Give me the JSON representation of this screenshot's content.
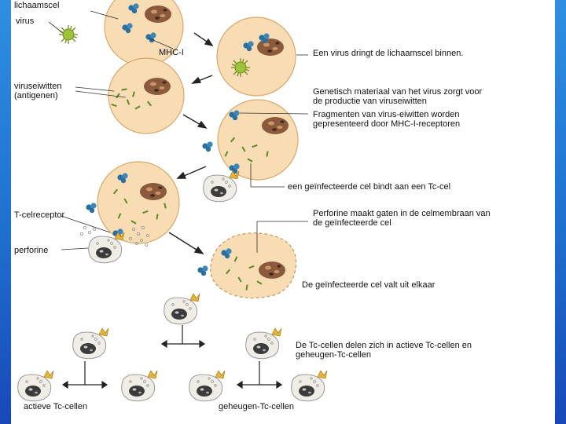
{
  "colors": {
    "cell_fill": "#f7dcb4",
    "cell_stroke": "#d9a86c",
    "nucleus": "#8b5a3c",
    "receptor": "#2a6f9e",
    "virus": "#7ea82c",
    "antigen": "#5a8a2a",
    "tc_cell": "#f0ece6",
    "tc_receptor": "#e2b43a",
    "background_frame": "#2f8fe0"
  },
  "labels": {
    "lichaamscel": "lichaamscel",
    "virus": "virus",
    "mhc": "MHC-I",
    "viruseiwitten": "viruseiwitten\n(antigenen)",
    "t_celreceptor": "T-celreceptor",
    "perforine": "perforine"
  },
  "captions": {
    "step1": "Een virus dringt de lichaamscel binnen.",
    "step2": "Genetisch materiaal van het virus zorgt voor\nde productie van viruseiwitten",
    "step3": "Fragmenten van virus-eiwitten worden\ngepresenteerd door MHC-I-receptoren",
    "step4": "een geïnfecteerde cel bindt aan een Tc-cel",
    "step5": "Perforine maakt gaten in de celmembraan van\nde geïnfecteerde cel",
    "step6": "De geïnfecteerde cel valt uit elkaar",
    "step7": "De Tc-cellen delen zich in actieve Tc-cellen en\ngeheugen-Tc-cellen",
    "actieve": "actieve Tc-cellen",
    "geheugen": "geheugen-Tc-cellen"
  }
}
